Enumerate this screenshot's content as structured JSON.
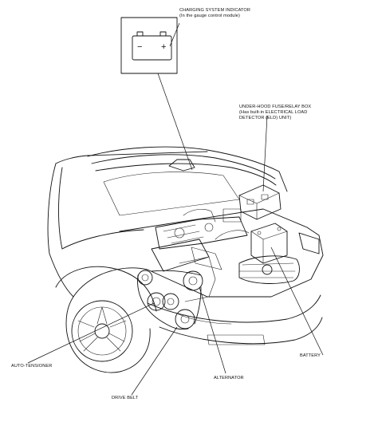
{
  "callouts": {
    "indicator_line1": "CHARGING SYSTEM INDICATOR",
    "indicator_line2": "(In the gauge control module)",
    "fusebox_line1": "UNDER-HOOD FUSE/RELAY BOX",
    "fusebox_line2": "(Has built-in ELECTRICAL LOAD",
    "fusebox_line3": "DETECTOR (ELD) UNIT)",
    "battery": "BATTERY",
    "alternator": "ALTERNATOR",
    "auto_tensioner": "AUTO-TENSIONER",
    "drive_belt": "DRIVE BELT"
  },
  "inset": {
    "minus_symbol": "−",
    "plus_symbol": "+"
  },
  "icons": {
    "battery_warning": "battery-warning-icon"
  }
}
